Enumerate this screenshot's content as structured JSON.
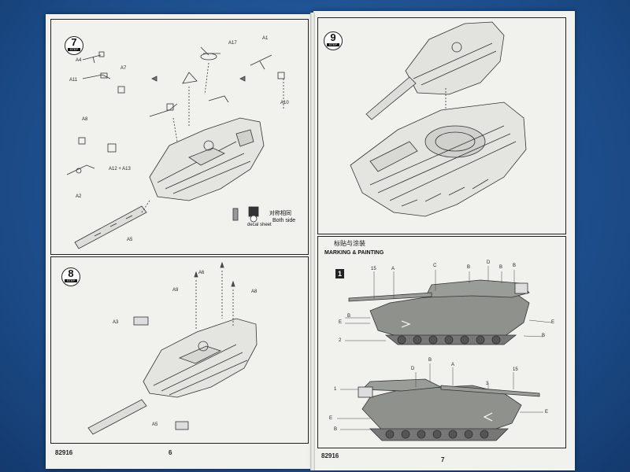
{
  "left_page": {
    "step7": {
      "number": "7",
      "tag": "STEP"
    },
    "step8": {
      "number": "8",
      "tag": "STEP"
    },
    "labels7": [
      "A4",
      "A11",
      "A7",
      "A17",
      "A1",
      "A10",
      "A8",
      "A12 + A13",
      "A2",
      "A5"
    ],
    "labels8": [
      "A6",
      "A9",
      "A8",
      "A3",
      "A5"
    ],
    "decal_text": "decal sheet",
    "both_side_cn": "对称相同",
    "both_side_en": "Both side",
    "code": "82916",
    "page_number": "6"
  },
  "right_page": {
    "step9": {
      "number": "9",
      "tag": "STEP"
    },
    "section_cn": "标贴与涂装",
    "section_en": "MARKING & PAINTING",
    "marker": "1",
    "callouts_top": [
      "15",
      "A",
      "C",
      "B",
      "D",
      "B",
      "B",
      "E",
      "B",
      "E",
      "2",
      "B"
    ],
    "callouts_bottom": [
      "D",
      "B",
      "A",
      "15",
      "1",
      "3",
      "E",
      "E",
      "B"
    ],
    "code": "82916",
    "page_number": "7"
  },
  "colors": {
    "background": "#1f4f8c",
    "paper": "#f1f1ee",
    "ink": "#222222",
    "tank_gray": "#8f928c"
  }
}
